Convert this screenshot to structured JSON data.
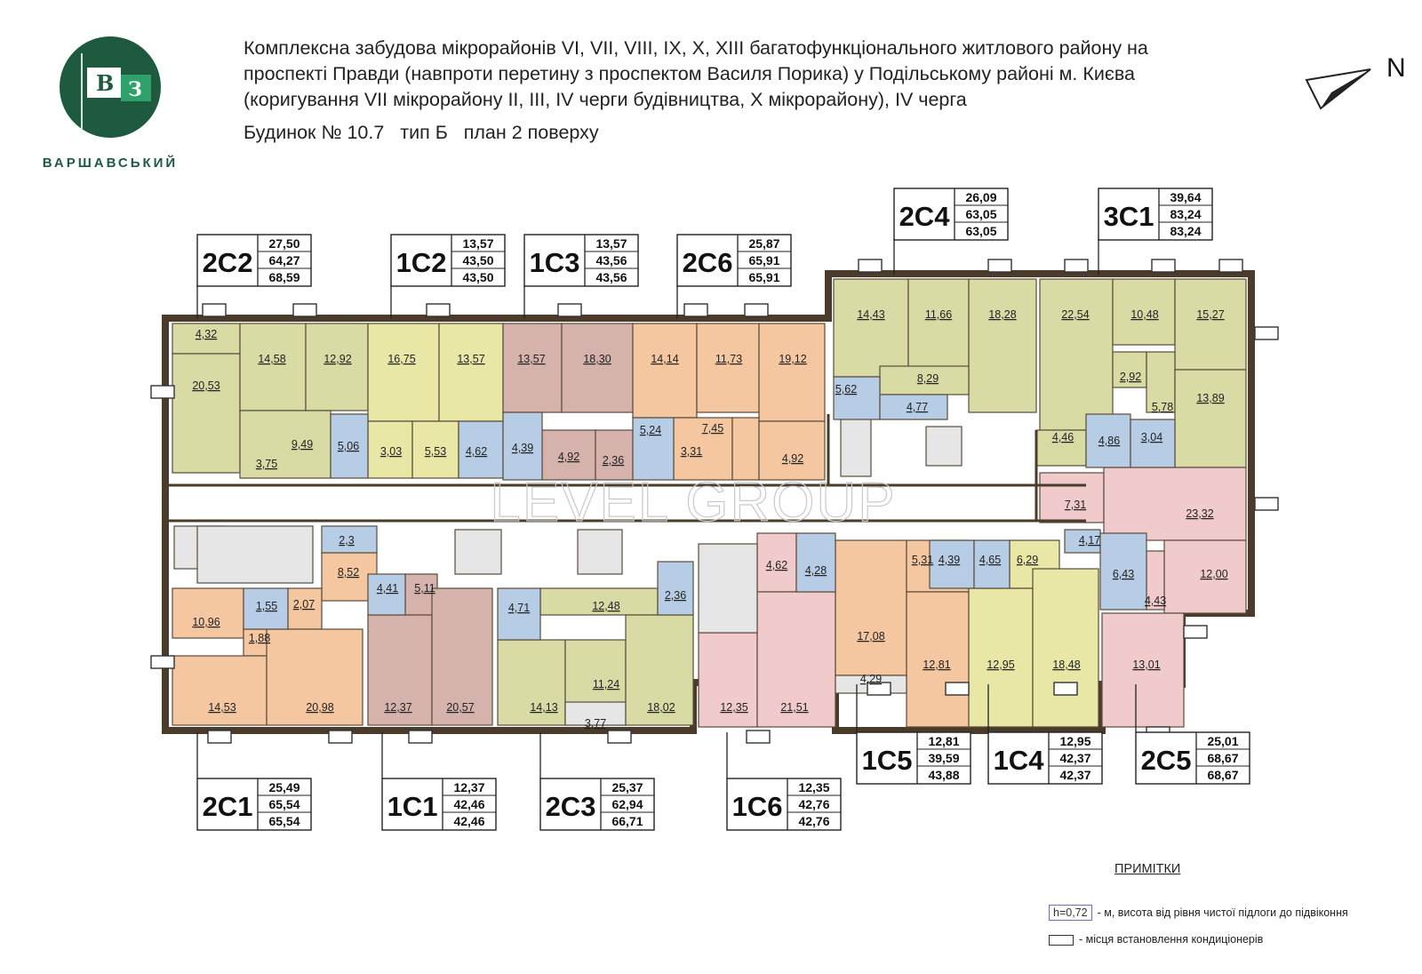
{
  "brand": {
    "logo_letters": "ВЗ",
    "name": "ВАРШАВСЬКИЙ",
    "color_primary": "#1e5a40",
    "color_accent": "#2fa26b"
  },
  "title_lines": [
    "Комплексна забудова мікрорайонів VI, VII, VIII, IX, X, XIII багатофункціонального житлового району на",
    "проспекті Правди (навпроти перетину з проспектом Василя Порика) у Подільському районі м. Києва",
    "(коригування VII мікрорайону II, III, IV черги будівництва, X мікрорайону),  IV  черга"
  ],
  "subtitle": "Будинок № 10.7   тип Б   план 2 поверху",
  "compass": {
    "label": "N",
    "icon": "north-arrow-icon"
  },
  "watermark": "LEVEL GROUP",
  "colors": {
    "green": "#d9dba5",
    "yellow": "#e8e7a6",
    "mauve": "#d6b2ac",
    "orange": "#f5c7a0",
    "pink": "#f1cbcb",
    "corridor": "#ffffff",
    "bath": "#b7cde6",
    "stair": "#e6e6e6",
    "wall": "#4a3b2a"
  },
  "apartment_tags": [
    {
      "code": "2C2",
      "values": [
        "27,50",
        "64,27",
        "68,59"
      ]
    },
    {
      "code": "1C2",
      "values": [
        "13,57",
        "43,50",
        "43,50"
      ]
    },
    {
      "code": "1C3",
      "values": [
        "13,57",
        "43,56",
        "43,56"
      ]
    },
    {
      "code": "2C6",
      "values": [
        "25,87",
        "65,91",
        "65,91"
      ]
    },
    {
      "code": "2C4",
      "values": [
        "26,09",
        "63,05",
        "63,05"
      ]
    },
    {
      "code": "3C1",
      "values": [
        "39,64",
        "83,24",
        "83,24"
      ]
    },
    {
      "code": "2C1",
      "values": [
        "25,49",
        "65,54",
        "65,54"
      ]
    },
    {
      "code": "1C1",
      "values": [
        "12,37",
        "42,46",
        "42,46"
      ]
    },
    {
      "code": "2C3",
      "values": [
        "25,37",
        "62,94",
        "66,71"
      ]
    },
    {
      "code": "1C6",
      "values": [
        "12,35",
        "42,76",
        "42,76"
      ]
    },
    {
      "code": "1C5",
      "values": [
        "12,81",
        "39,59",
        "43,88"
      ]
    },
    {
      "code": "1C4",
      "values": [
        "12,95",
        "42,37",
        "42,37"
      ]
    },
    {
      "code": "2C5",
      "values": [
        "25,01",
        "68,67",
        "68,67"
      ]
    }
  ],
  "room_labels": [
    "4,32",
    "20,53",
    "14,58",
    "12,92",
    "9,49",
    "5,06",
    "3,75",
    "16,75",
    "13,57",
    "3,03",
    "5,53",
    "4,62",
    "13,57",
    "18,30",
    "4,39",
    "4,92",
    "2,36",
    "14,14",
    "11,73",
    "19,12",
    "5,24",
    "7,45",
    "3,31",
    "4,92",
    "14,43",
    "11,66",
    "18,28",
    "5,62",
    "8,29",
    "4,77",
    "22,54",
    "10,48",
    "15,27",
    "2,92",
    "5,78",
    "13,89",
    "4,46",
    "4,86",
    "3,04",
    "7,31",
    "23,32",
    "12,00",
    "4,17",
    "6,43",
    "4,43",
    "13,01",
    "2,3",
    "8,52",
    "10,96",
    "1,55",
    "2,07",
    "1,88",
    "14,53",
    "20,98",
    "4,41",
    "5,11",
    "12,37",
    "20,57",
    "4,71",
    "12,48",
    "14,13",
    "11,24",
    "3,77",
    "18,02",
    "2,36",
    "4,62",
    "4,28",
    "12,35",
    "21,51",
    "5,31",
    "17,08",
    "4,29",
    "12,81",
    "4,39",
    "4,65",
    "6,29",
    "12,95",
    "18,48"
  ],
  "notes": {
    "title": "ПРИМІТКИ",
    "h_box": "h=0,72",
    "h_text": "- м, висота від рівня чистої підлоги до підвіконня",
    "ac_text": "- місця встановлення кондиціонерів"
  }
}
